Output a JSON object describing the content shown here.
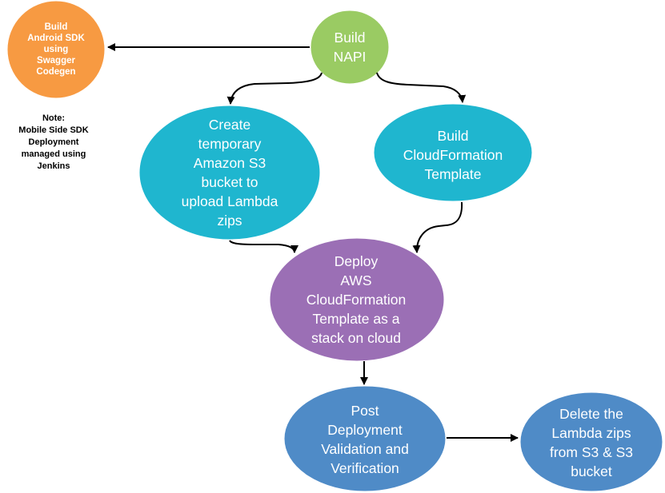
{
  "colors": {
    "orange": "#f79a42",
    "green": "#9acb63",
    "teal": "#1fb6cf",
    "purple": "#9b6fb5",
    "blue": "#4f8bc7",
    "edge": "#000000"
  },
  "nodes": {
    "android_sdk": {
      "lines": [
        "Build",
        "Android SDK",
        "using",
        "Swagger",
        "Codegen"
      ]
    },
    "napi": {
      "lines": [
        "Build",
        "NAPI"
      ]
    },
    "s3_bucket": {
      "lines": [
        "Create",
        "temporary",
        "Amazon S3",
        "bucket  to",
        "upload Lambda",
        "zips"
      ]
    },
    "cf_template": {
      "lines": [
        "Build",
        "CloudFormation",
        "Template"
      ]
    },
    "deploy": {
      "lines": [
        "Deploy",
        "AWS",
        "CloudFormation",
        "Template as a",
        "stack on cloud"
      ]
    },
    "validation": {
      "lines": [
        "Post",
        "Deployment",
        "Validation and",
        "Verification"
      ]
    },
    "delete": {
      "lines": [
        "Delete the",
        "Lambda zips",
        "from S3 & S3",
        "bucket"
      ]
    }
  },
  "note": {
    "lines": [
      "Note:",
      "Mobile Side SDK",
      "Deployment",
      "managed using",
      "Jenkins"
    ]
  }
}
